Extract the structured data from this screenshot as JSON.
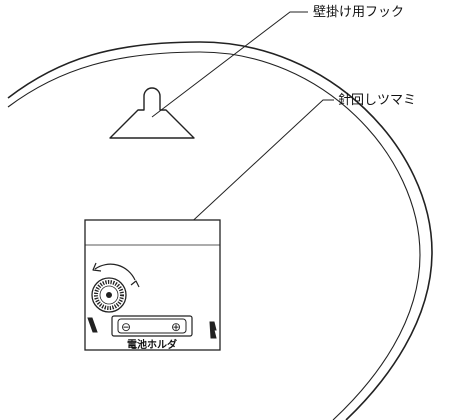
{
  "labels": {
    "wall_hook": "壁掛け用フック",
    "hand_knob": "針回しツマミ",
    "battery_holder": "電池ホルダ"
  },
  "battery": {
    "minus_symbol": "⊖",
    "plus_symbol": "⊕"
  },
  "colors": {
    "line": "#222222",
    "background": "#ffffff"
  }
}
